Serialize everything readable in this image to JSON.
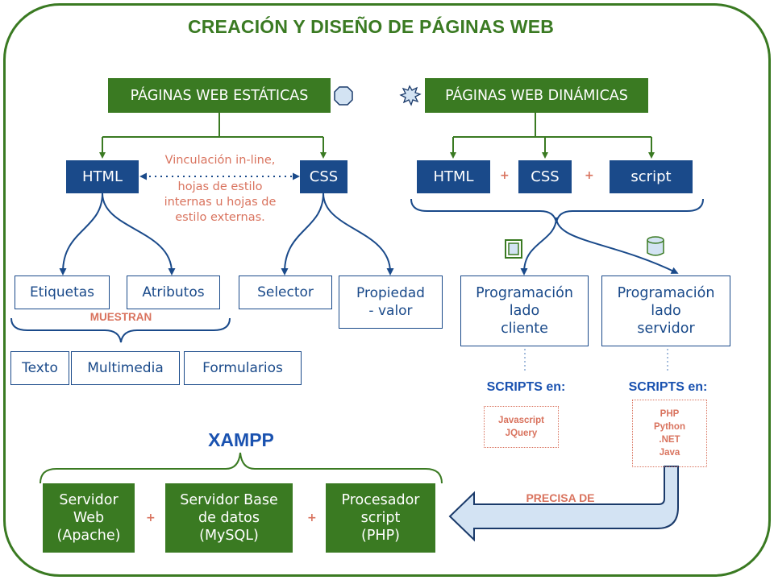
{
  "title": "CREACIÓN Y DISEÑO DE PÁGINAS WEB",
  "static": {
    "header": "PÁGINAS WEB ESTÁTICAS",
    "html": "HTML",
    "css": "CSS",
    "link_note": [
      "Vinculación in-line,",
      "hojas de estilo",
      "internas u hojas de",
      "estilo externas."
    ],
    "etiquetas": "Etiquetas",
    "atributos": "Atributos",
    "selector": "Selector",
    "propiedad": [
      "Propiedad",
      "- valor"
    ],
    "muestran": "MUESTRAN",
    "texto": "Texto",
    "multimedia": "Multimedia",
    "formularios": "Formularios"
  },
  "dynamic": {
    "header": "PÁGINAS WEB DINÁMICAS",
    "html": "HTML",
    "css": "CSS",
    "script": "script",
    "plus": "+",
    "cliente": [
      "Programación",
      "lado",
      "cliente"
    ],
    "servidor": [
      "Programación",
      "lado",
      "servidor"
    ],
    "scripts_cliente": "SCRIPTS en:",
    "scripts_servidor": "SCRIPTS en:",
    "cliente_langs": [
      "Javascript",
      "JQuery"
    ],
    "servidor_langs": [
      "PHP",
      "Python",
      ".NET",
      "Java"
    ],
    "precisa": "PRECISA DE"
  },
  "xampp": {
    "title": "XAMPP",
    "web": [
      "Servidor",
      "Web",
      "(Apache)"
    ],
    "db": [
      "Servidor Base",
      "de datos",
      "(MySQL)"
    ],
    "proc": [
      "Procesador",
      "script",
      "(PHP)"
    ],
    "plus": "+"
  },
  "icons": {
    "static_icon": "octagon-icon",
    "dynamic_icon": "starburst-icon",
    "cliente_icon": "window-icon",
    "servidor_icon": "database-icon"
  },
  "colors": {
    "green": "#3a7a22",
    "blue": "#1a4a8a",
    "salmon": "#d9735e",
    "arrow_fill": "#d3e3f3"
  }
}
